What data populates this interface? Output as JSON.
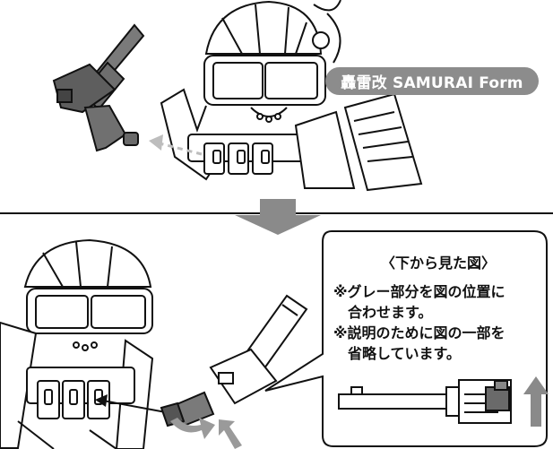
{
  "badge": {
    "text": "轟雷改 SAMURAI Form"
  },
  "callout": {
    "title": "〈下から見た図〉",
    "note1_line1": "※グレー部分を図の位置に",
    "note1_line2": "合わせます。",
    "note2_line1": "※説明のために図の一部を",
    "note2_line2": "省略しています。"
  },
  "colors": {
    "gray_part": "#7a7a7a",
    "arrow": "#8a8a8a",
    "badge_bg": "#8c8c8c",
    "line": "#111111"
  }
}
